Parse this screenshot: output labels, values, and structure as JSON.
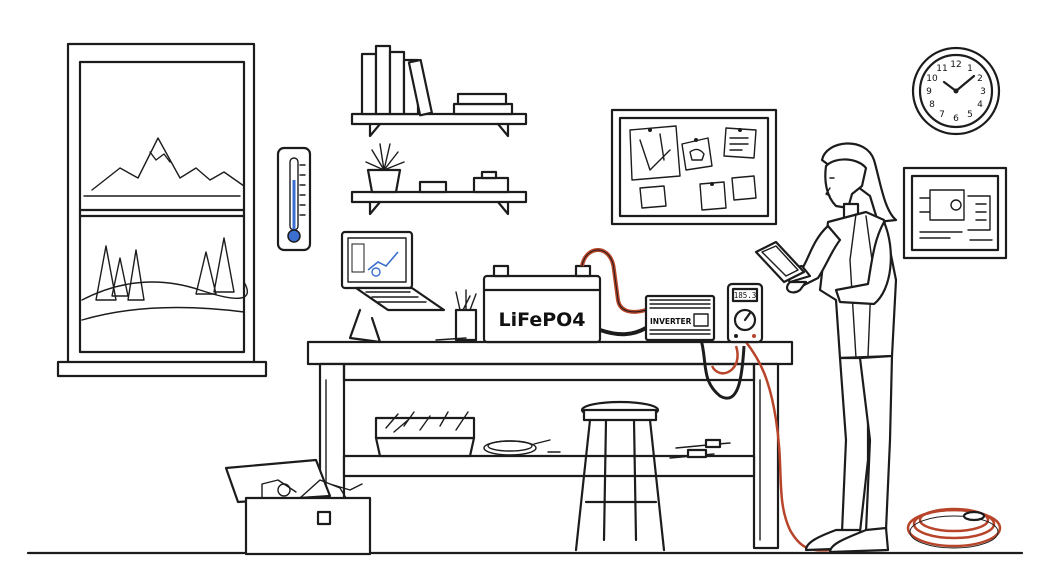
{
  "battery": {
    "label": "LiFePO4"
  },
  "inverter": {
    "label": "INVERTER"
  },
  "multimeter": {
    "reading": "185.3"
  },
  "clock": {
    "numbers": [
      "12",
      "1",
      "2",
      "3",
      "4",
      "5",
      "6",
      "7",
      "8",
      "9",
      "10",
      "11"
    ]
  },
  "colors": {
    "cable_red": "#b8452a",
    "thermometer_bulb": "#3a6fd0",
    "screen_accent": "#3a6fd0",
    "ink": "#1c1c1c"
  }
}
